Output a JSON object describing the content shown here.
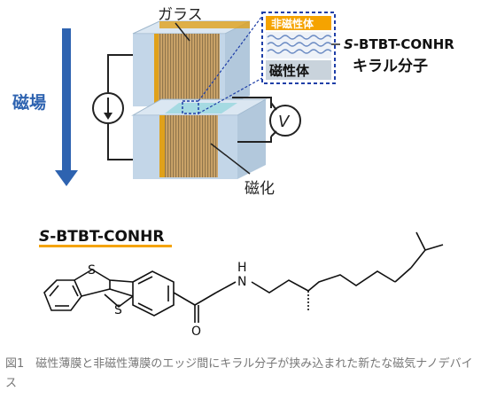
{
  "device": {
    "glass_label": "ガラス",
    "magnetic_field_label": "磁場",
    "magnetization_label": "磁化",
    "voltmeter_symbol": "V",
    "inset_nonmagnetic_label": "非磁性体",
    "inset_magnetic_label": "磁性体",
    "molecule_prefix": "S",
    "molecule_suffix": "-BTBT-CONHR",
    "chiral_molecule_label": "キラル分子"
  },
  "structure": {
    "title_prefix": "S",
    "title_suffix": "-BTBT-CONHR",
    "atom_S1": "S",
    "atom_S2": "S",
    "atom_N": "N",
    "atom_H": "H",
    "atom_O": "O"
  },
  "caption": {
    "text": "図1　磁性薄膜と非磁性薄膜のエッジ間にキラル分子が挟み込まれた新たな磁気ナノデバイス"
  },
  "colors": {
    "arrow_blue": "#2e63b0",
    "glass": "#b7cde2",
    "gold": "#e0a11a",
    "inset_border": "#1f3fa8",
    "inset_top": "#f5a300"
  }
}
